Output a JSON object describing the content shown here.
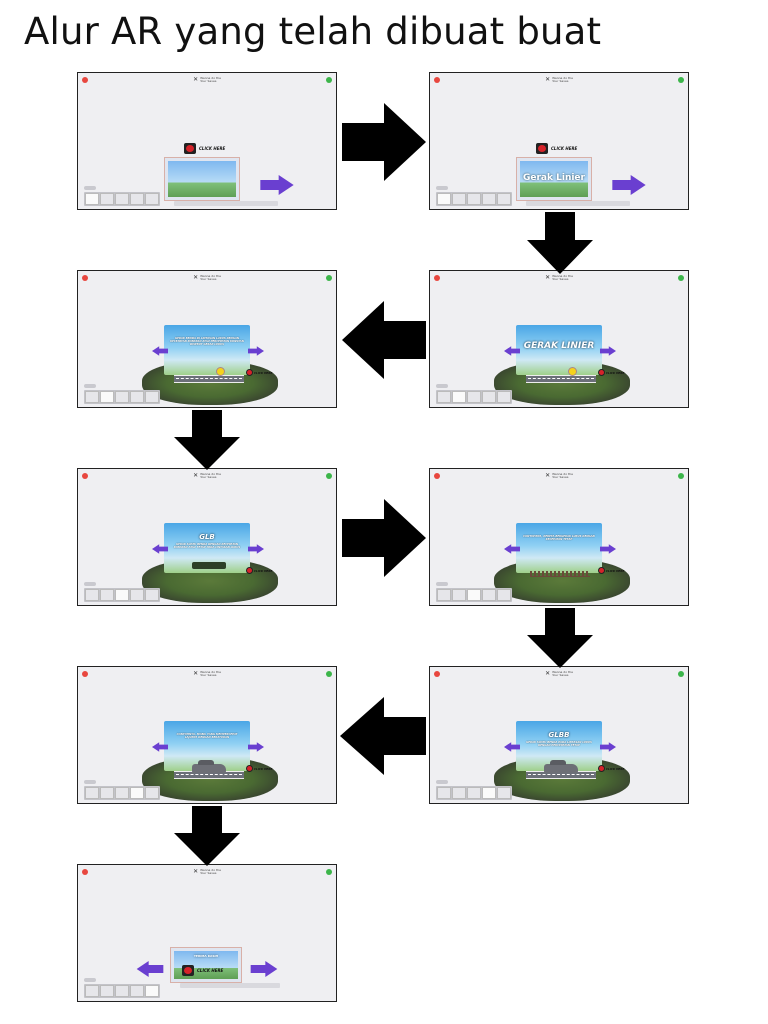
{
  "page": {
    "title": "Alur AR yang telah dibuat buat"
  },
  "header": {
    "mark": "✕",
    "line1": "Wanna do the",
    "line2": "Your Saves"
  },
  "frames": [
    {
      "id": 1,
      "style": "monitor",
      "screen_text": "",
      "click_label": "CLICK HERE",
      "active_thumb": 1
    },
    {
      "id": 2,
      "style": "monitor",
      "screen_text": "Gerak Linier",
      "click_label": "CLICK HERE",
      "active_thumb": 1
    },
    {
      "id": 3,
      "style": "stage",
      "sign": "",
      "desc": "GERAK BENDA DI LINTASAN LURUS DENGAN KECEPATAN KONSTAN ATAU PERCEPATAN KONSTAN DISEBUT GERAK LURUS",
      "object": "ball",
      "click_label": "CLICK HERE",
      "active_thumb": 2
    },
    {
      "id": 4,
      "style": "stage",
      "sign": "GERAK LINIER",
      "desc": "",
      "object": "ball",
      "click_label": "CLICK HERE",
      "active_thumb": 2
    },
    {
      "id": 5,
      "style": "stage",
      "sign": "GLB",
      "desc": "GERAK SUATU BENDA DENGAN KECEPATAN KONSTAN ATAU TETAP PADA LINTASAN LURUS",
      "object": "hedge",
      "click_label": "CLICK HERE",
      "active_thumb": 3
    },
    {
      "id": 6,
      "style": "stage",
      "sign": "",
      "desc": "CONTOHNYA, KERETA BERGERAK LURUS DENGAN KECEPATAN TETAP",
      "object": "fence",
      "click_label": "CLICK HERE",
      "active_thumb": 3
    },
    {
      "id": 7,
      "style": "stage",
      "sign": "",
      "desc": "CONTOHNYA, MOBIL YANG MEMPERCEPAT LAJUNYA DENGAN BERATURAN",
      "object": "car",
      "click_label": "CLICK HERE",
      "active_thumb": 4
    },
    {
      "id": 8,
      "style": "stage",
      "sign": "GLBB",
      "desc": "GERAK SUATU BENDA PADA LINTASAN LURUS DENGAN PERCEPATAN TETAP",
      "object": "car",
      "click_label": "CLICK HERE",
      "active_thumb": 4
    },
    {
      "id": 9,
      "style": "monitor",
      "screen_text": "TERIMA KASIH",
      "click_label": "CLICK HERE",
      "active_thumb": 5
    }
  ],
  "colors": {
    "arrow": "#000000",
    "nav_arrow": "#6a3fd0",
    "close": "#e8473f",
    "ok": "#3cb54a"
  },
  "icons": {
    "close": "close-icon",
    "confirm": "check-icon",
    "nav": "purple-arrow-icon",
    "flow": "flow-arrow-icon"
  }
}
